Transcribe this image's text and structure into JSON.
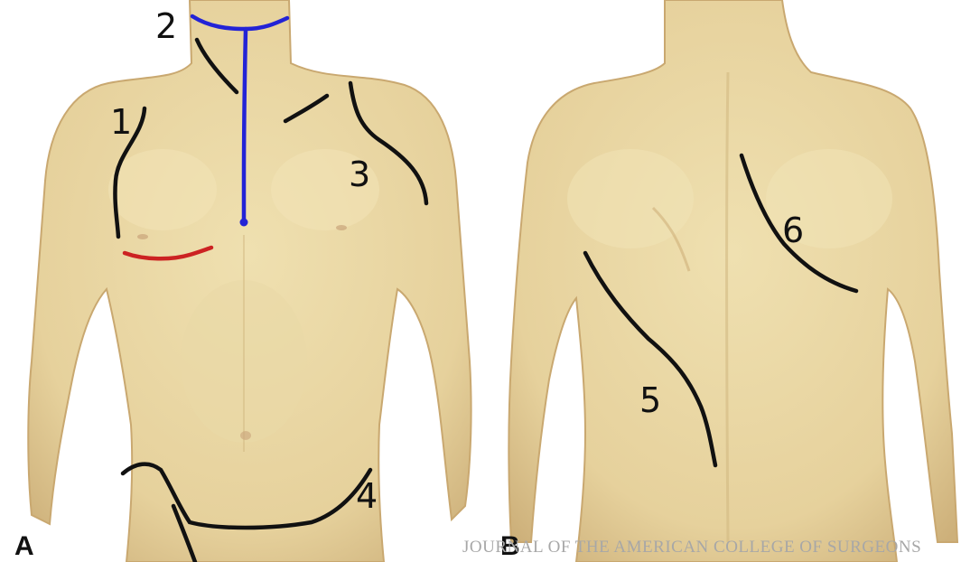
{
  "figure": {
    "panels": [
      {
        "letter": "A",
        "view": "anterior torso",
        "incisions": [
          {
            "label": "1",
            "color": "#111111"
          },
          {
            "label": "2",
            "color": "#2323d6"
          },
          {
            "label": "3",
            "color": "#111111"
          },
          {
            "label": "4",
            "color": "#111111"
          },
          {
            "label": "",
            "color": "#cc2222"
          }
        ]
      },
      {
        "letter": "B",
        "view": "posterior torso",
        "incisions": [
          {
            "label": "5",
            "color": "#111111"
          },
          {
            "label": "6",
            "color": "#111111"
          }
        ]
      }
    ],
    "credit": "JOURNAL OF THE AMERICAN COLLEGE OF SURGEONS"
  },
  "colors": {
    "skin": "#e8d6a4",
    "skin_shadow": "#cdb07a",
    "background": "#ffffff"
  }
}
